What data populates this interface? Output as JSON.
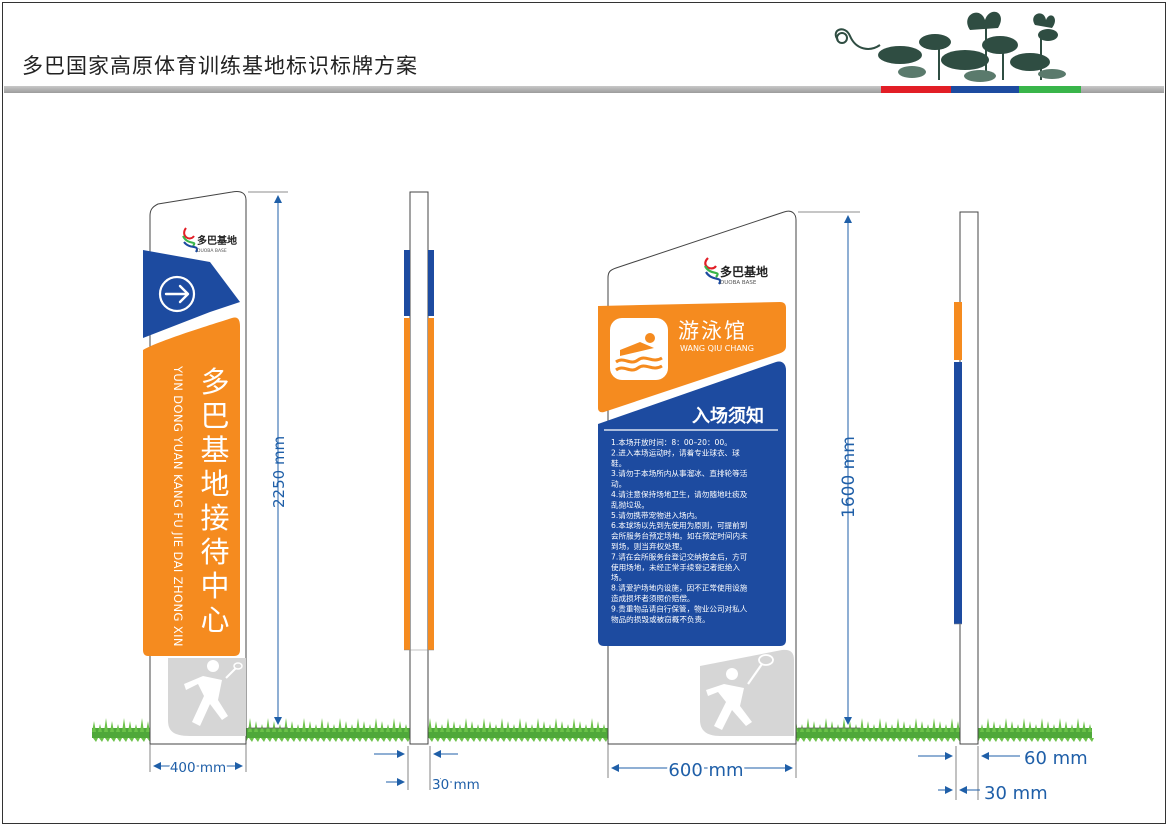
{
  "page": {
    "title": "多巴国家高原体育训练基地标识标牌方案",
    "accent_colors": {
      "blue": "#1d4ba0",
      "orange": "#f58b1f",
      "red": "#e21e26",
      "green": "#39b54a"
    }
  },
  "logo": {
    "text_cn": "多巴基地",
    "text_en": "DUOBA BASE"
  },
  "sign1": {
    "arrow_icon": "arrow-right-icon",
    "title_chars": [
      "多",
      "巴",
      "基",
      "地",
      "接",
      "待",
      "中",
      "心"
    ],
    "pinyin": "YUN DONG YUAN KANG FU JIE DAI ZHONG XIN",
    "sport_icon": "badminton-player-icon",
    "height_label": "2250 mm",
    "width_label": "400 mm"
  },
  "sign1_side": {
    "thickness_label": "30 mm"
  },
  "sign2": {
    "venue_cn": "游泳馆",
    "venue_en": "WANG QIU CHANG",
    "venue_icon": "swimmer-icon",
    "notice_title": "入场须知",
    "notice_lines": [
      "1.本场开放时间：8：00–20：00。",
      "2.进入本场运动时，请着专业球衣、球",
      "鞋。",
      "3.请勿于本场所内从事溜冰、直排轮等活",
      "动。",
      "4.请注意保持场地卫生，请勿随地吐痰及",
      "乱抛垃圾。",
      "5.请勿携带宠物进入场内。",
      "6.本球场以先到先使用为原则，可提前到",
      "会所服务台预定场地。如在预定时间内未",
      "到场，则当弃权处理。",
      "7.请在会所服务台登记交纳按金后，方可",
      "使用场地，未经正常手续登记者拒绝入",
      "场。",
      "8.请爱护场地内设施，因不正常使用设施",
      "造成损坏者须照价赔偿。",
      "9.贵重物品请自行保管，物业公司对私人",
      "物品的损毁或被窃概不负责。"
    ],
    "sport_icon": "tennis-player-icon",
    "height_label": "1600 mm",
    "width_label": "600 mm"
  },
  "sign2_side": {
    "width_label": "60 mm",
    "thickness_label": "30 mm"
  }
}
